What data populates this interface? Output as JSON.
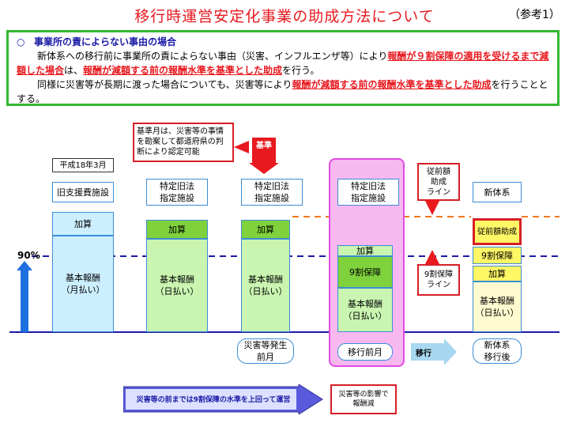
{
  "title": "移行時運営安定化事業の助成方法について",
  "reference_label": "（参考1）",
  "notice": {
    "bullet": "○",
    "heading": "事業所の責によらない事由の場合",
    "p1_a": "新体系への移行前に事業所の責によらない事由（災害、インフルエンザ等）により",
    "p1_b": "報酬が９割保障の適用を受けるまで減額した場合",
    "p1_c": "は、",
    "p1_d": "報酬が減額する前の報酬水準を基準とした助成",
    "p1_e": "を行う。",
    "p2_a": "同様に災害等が長期に渡った場合についても、災害等により",
    "p2_b": "報酬が減額する前の報酬水準を基準とした助成",
    "p2_c": "を行うこととする。"
  },
  "diagram": {
    "ninety_label": "90%",
    "year_label": "平成18年3月",
    "callout_top": "基準月は、災害等の事情を勘案して都道府県の判断により認定可能",
    "kijun": "基準",
    "col1": {
      "header": "旧支援費施設",
      "kasan": "加算",
      "base": "基本報酬\n（月払い）"
    },
    "col2": {
      "header": "特定旧法\n指定施設",
      "kasan": "加算",
      "base": "基本報酬\n（日払い）"
    },
    "col3": {
      "header": "特定旧法\n指定施設",
      "kasan": "加算",
      "base": "基本報酬\n（日払い）"
    },
    "col4": {
      "header": "特定旧法\n指定施設",
      "kasan": "加算",
      "hosho": "9割保障",
      "base": "基本報酬\n（日払い）"
    },
    "col5": {
      "header": "新体系",
      "jusen": "従前額助成",
      "hosho": "9割保障",
      "kasan": "加算",
      "base": "基本報酬\n（日払い）"
    },
    "jusen_line": "従前額\n助成\nライン",
    "hosho_line": "9割保障\nライン",
    "under_col3": "災害等発生\n前月",
    "under_col4": "移行前月",
    "iko": "移行",
    "under_col5": "新体系\n移行後",
    "bottom_arrow": "災害等の前までは9割保障の水準を上回って運営",
    "bottom_box": "災害等の影響で\n報酬減"
  }
}
